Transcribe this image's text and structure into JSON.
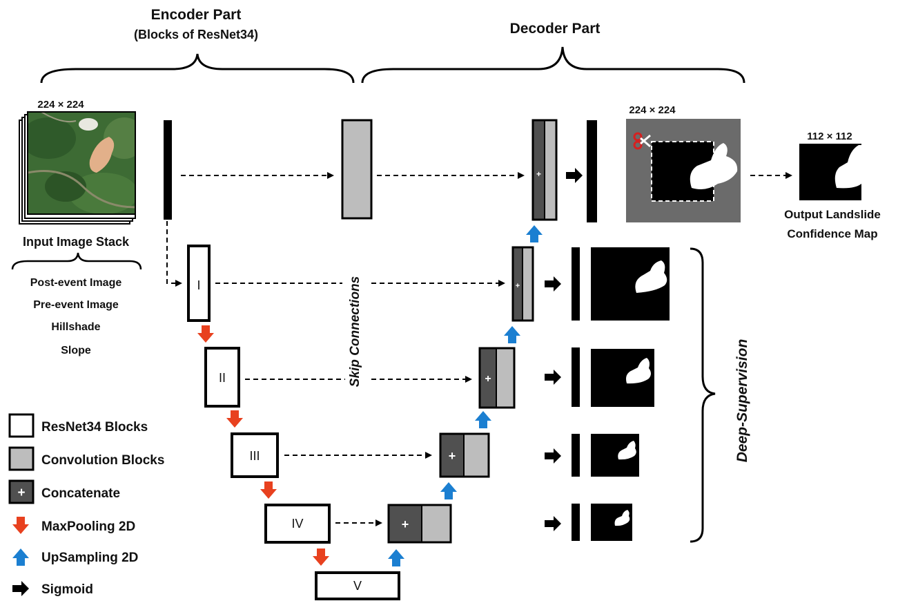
{
  "titles": {
    "encoder": "Encoder Part",
    "encoder_sub": "(Blocks of ResNet34)",
    "decoder": "Decoder Part"
  },
  "input": {
    "size": "224 × 224",
    "title": "Input Image Stack",
    "layers": [
      "Post-event Image",
      "Pre-event Image",
      "Hillshade",
      "Slope"
    ]
  },
  "encoder_blocks": [
    "I",
    "II",
    "III",
    "IV",
    "V"
  ],
  "skip_label": "Skip Connections",
  "deep_supervision_label": "Deep-Supervision",
  "output": {
    "crop_size": "224 × 224",
    "size": "112 × 112",
    "label_line1": "Output Landslide",
    "label_line2": "Confidence Map"
  },
  "legend": {
    "resnet": "ResNet34 Blocks",
    "conv": "Convolution Blocks",
    "concat": "Concatenate",
    "maxpool": "MaxPooling 2D",
    "upsample": "UpSampling 2D",
    "sigmoid": "Sigmoid",
    "concat_symbol": "+"
  },
  "colors": {
    "maxpool_arrow": "#e8411f",
    "upsample_arrow": "#1b7fd1",
    "conv_fill": "#bdbdbd",
    "concat_fill": "#505050",
    "landslide_mask": "#ffffff",
    "background_mask": "#000000",
    "crop_area": "#6b6b6b",
    "scissors": "#d62020"
  }
}
